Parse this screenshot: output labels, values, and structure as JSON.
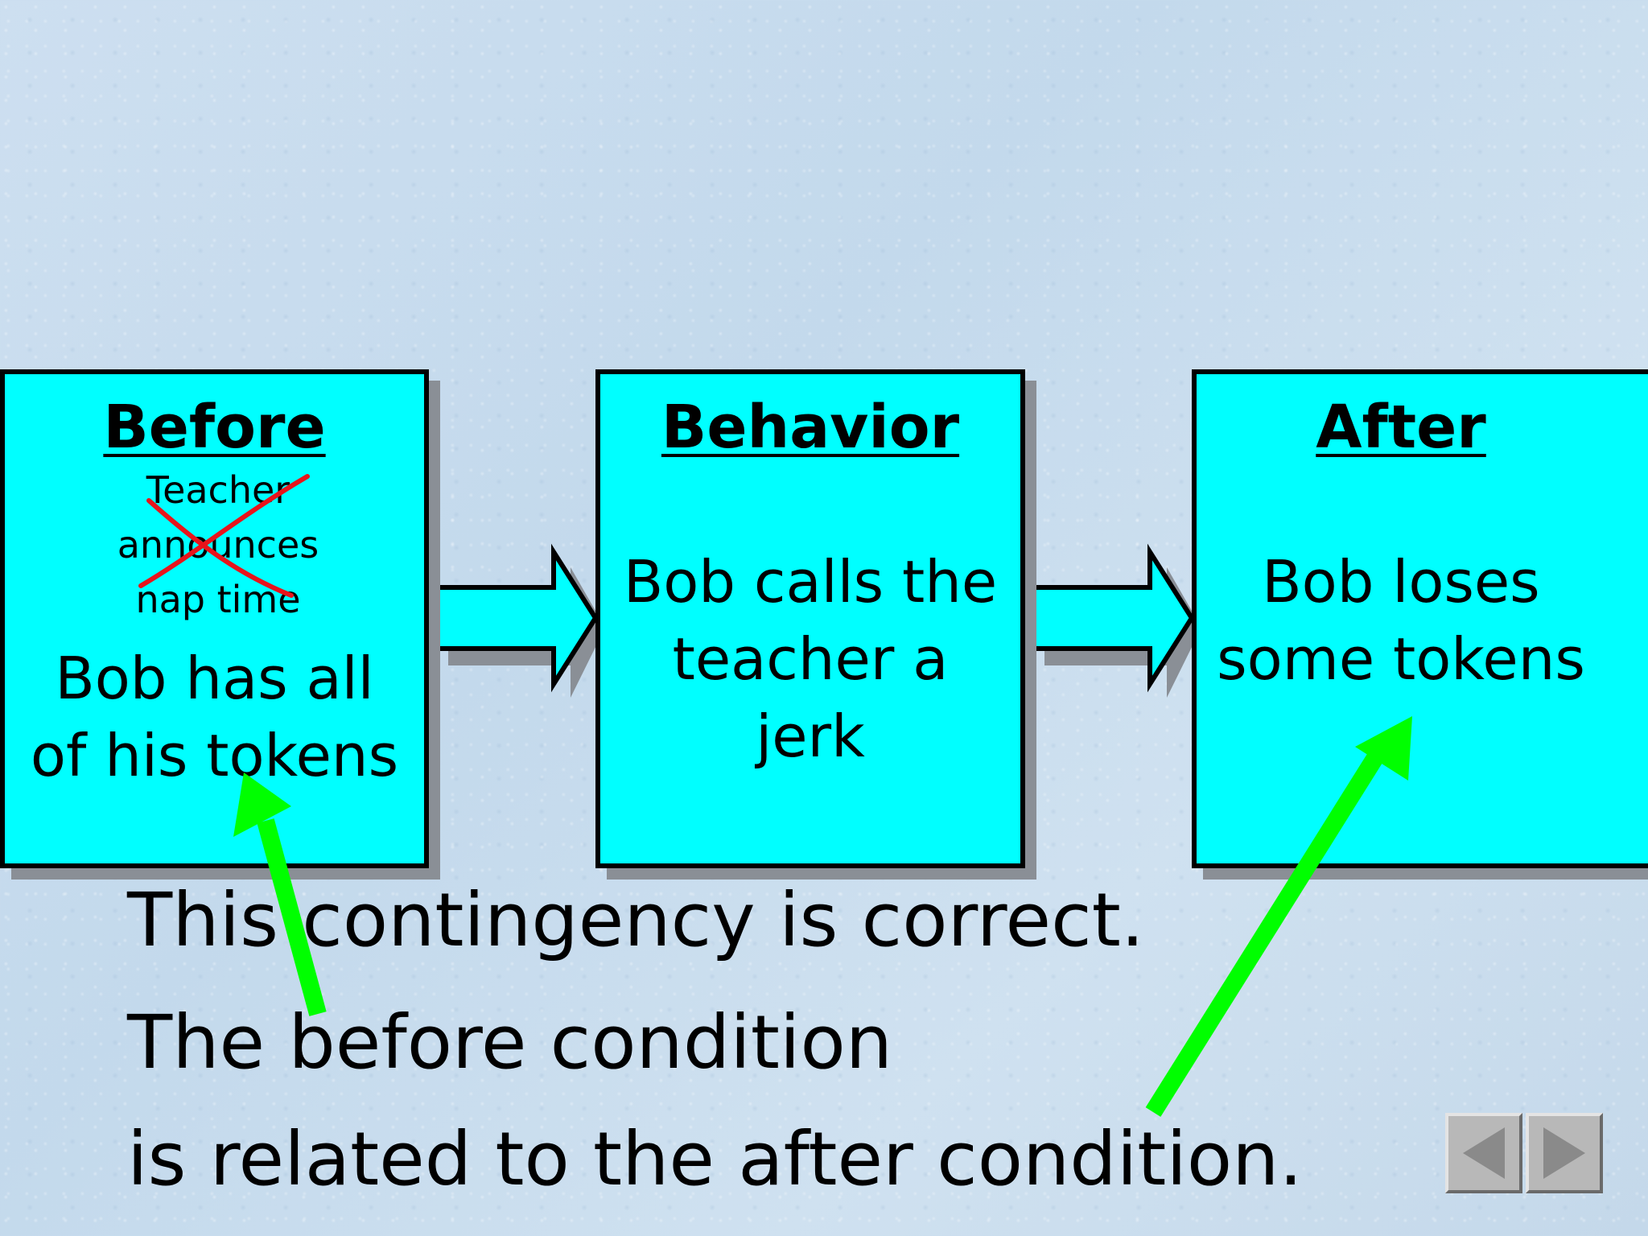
{
  "boxes": {
    "before": {
      "title": "Before",
      "crossed_out_line_1": "Teacher",
      "crossed_out_line_2": "announces",
      "crossed_out_line_3": "nap time",
      "text_line_1": "Bob has all",
      "text_line_2": "of his tokens"
    },
    "behavior": {
      "title": "Behavior",
      "text_line_1": "Bob calls the",
      "text_line_2": "teacher a",
      "text_line_3": "jerk"
    },
    "after": {
      "title": "After",
      "text_line_1": "Bob loses",
      "text_line_2": "some tokens"
    }
  },
  "caption": {
    "line_1": "This contingency is correct.",
    "line_2": "The before condition",
    "line_3": "is related to the after condition."
  },
  "navigation": {
    "prev_icon": "triangle-left-icon",
    "next_icon": "triangle-right-icon"
  },
  "colors": {
    "box_fill": "#00ffff",
    "strike_mark": "#e8141b",
    "pointer_arrow": "#00ff00"
  }
}
